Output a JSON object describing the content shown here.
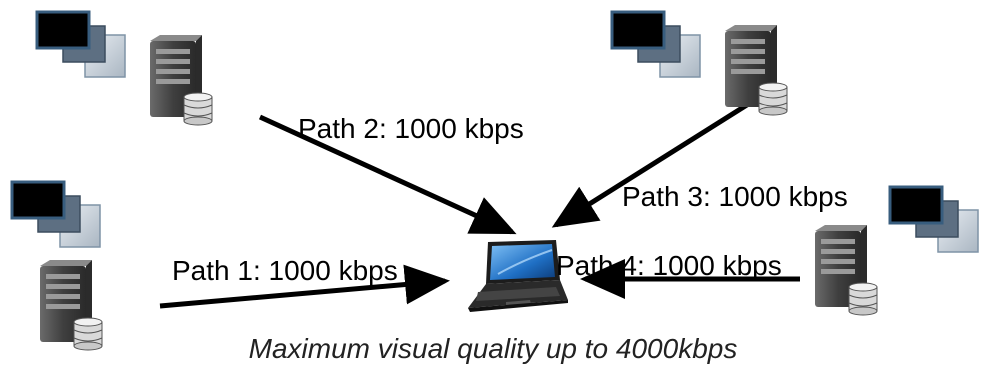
{
  "paths": [
    {
      "label": "Path 1: 1000 kbps",
      "rate_kbps": 1000
    },
    {
      "label": "Path 2: 1000 kbps",
      "rate_kbps": 1000
    },
    {
      "label": "Path 3: 1000 kbps",
      "rate_kbps": 1000
    },
    {
      "label": "Path 4: 1000 kbps",
      "rate_kbps": 1000
    }
  ],
  "caption": "Maximum visual quality up to 4000kbps",
  "colors": {
    "arrow": "#000000",
    "window_frame": "#4a6f8f",
    "window_screen": "#000000",
    "window_back": "#bcc6cf",
    "server_body": "#4d4d4d",
    "server_light": "#8a8a8a",
    "disk": "#d9d9d9",
    "laptop_screen": "#2f7fd0"
  },
  "icons": {
    "source": "server-with-windows-icon",
    "client": "laptop-icon"
  }
}
